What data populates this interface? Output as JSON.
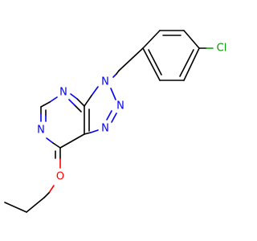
{
  "molecule": {
    "atoms": {
      "n_pyr_top": "N",
      "n_pyr_left": "N",
      "n_tri_9": "N",
      "n_tri_8": "N",
      "n_tri_7": "N",
      "o_ether": "O",
      "cl": "Cl"
    },
    "colors": {
      "bond": "#000000",
      "nitrogen": "#0000ff",
      "oxygen": "#ff0000",
      "chlorine": "#00a000"
    }
  }
}
